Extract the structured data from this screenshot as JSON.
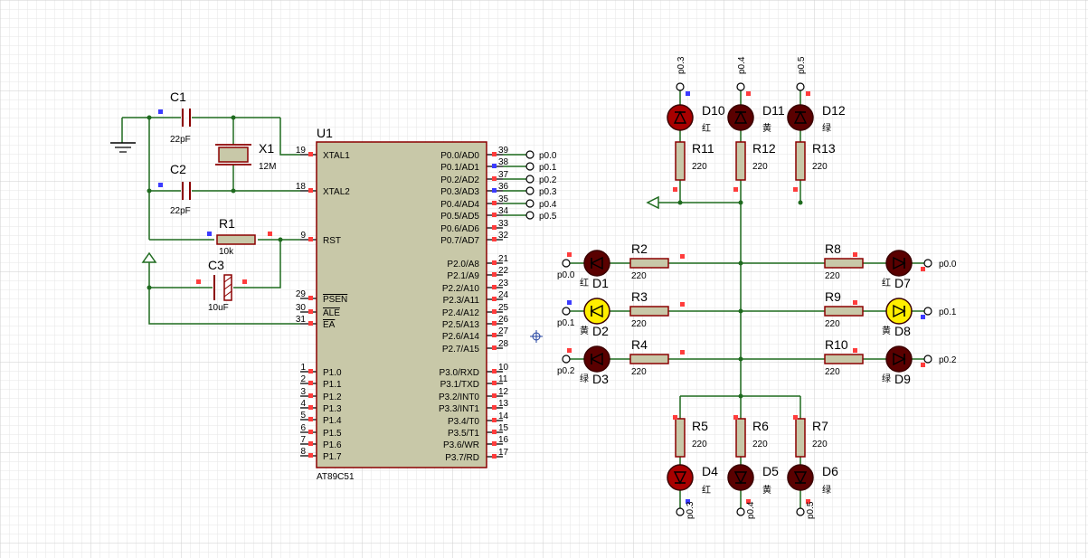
{
  "colors": {
    "wire": "#1f6b1f",
    "component": "#8b0000",
    "chip_fill": "#c8c8a8",
    "grid": "#dcdcdc",
    "led_red": "#a80000",
    "led_dark": "#5a0000",
    "led_yellow": "#ffee00",
    "pin_marker_red": "#ff3c3c",
    "pin_marker_blue": "#3c3cff"
  },
  "mcu": {
    "ref": "U1",
    "part": "AT89C51",
    "left_pins": [
      {
        "num": "19",
        "name": "XTAL1"
      },
      {
        "num": "18",
        "name": "XTAL2"
      },
      {
        "num": "9",
        "name": "RST"
      },
      {
        "num": "29",
        "name": "PSEN"
      },
      {
        "num": "30",
        "name": "ALE"
      },
      {
        "num": "31",
        "name": "EA"
      },
      {
        "num": "1",
        "name": "P1.0"
      },
      {
        "num": "2",
        "name": "P1.1"
      },
      {
        "num": "3",
        "name": "P1.2"
      },
      {
        "num": "4",
        "name": "P1.3"
      },
      {
        "num": "5",
        "name": "P1.4"
      },
      {
        "num": "6",
        "name": "P1.5"
      },
      {
        "num": "7",
        "name": "P1.6"
      },
      {
        "num": "8",
        "name": "P1.7"
      }
    ],
    "right_pins": [
      {
        "num": "39",
        "name": "P0.0/AD0"
      },
      {
        "num": "38",
        "name": "P0.1/AD1"
      },
      {
        "num": "37",
        "name": "P0.2/AD2"
      },
      {
        "num": "36",
        "name": "P0.3/AD3"
      },
      {
        "num": "35",
        "name": "P0.4/AD4"
      },
      {
        "num": "34",
        "name": "P0.5/AD5"
      },
      {
        "num": "33",
        "name": "P0.6/AD6"
      },
      {
        "num": "32",
        "name": "P0.7/AD7"
      },
      {
        "num": "21",
        "name": "P2.0/A8"
      },
      {
        "num": "22",
        "name": "P2.1/A9"
      },
      {
        "num": "23",
        "name": "P2.2/A10"
      },
      {
        "num": "24",
        "name": "P2.3/A11"
      },
      {
        "num": "25",
        "name": "P2.4/A12"
      },
      {
        "num": "26",
        "name": "P2.5/A13"
      },
      {
        "num": "27",
        "name": "P2.6/A14"
      },
      {
        "num": "28",
        "name": "P2.7/A15"
      },
      {
        "num": "10",
        "name": "P3.0/RXD"
      },
      {
        "num": "11",
        "name": "P3.1/TXD"
      },
      {
        "num": "12",
        "name": "P3.2/INT0"
      },
      {
        "num": "13",
        "name": "P3.3/INT1"
      },
      {
        "num": "14",
        "name": "P3.4/T0"
      },
      {
        "num": "15",
        "name": "P3.5/T1"
      },
      {
        "num": "16",
        "name": "P3.6/WR"
      },
      {
        "num": "17",
        "name": "P3.7/RD"
      }
    ],
    "port_labels": [
      "p0.0",
      "p0.1",
      "p0.2",
      "p0.3",
      "p0.4",
      "p0.5"
    ]
  },
  "osc": {
    "c1": {
      "ref": "C1",
      "value": "22pF"
    },
    "c2": {
      "ref": "C2",
      "value": "22pF"
    },
    "x1": {
      "ref": "X1",
      "value": "12M"
    }
  },
  "reset": {
    "r1": {
      "ref": "R1",
      "value": "10k"
    },
    "c3": {
      "ref": "C3",
      "value": "10uF"
    }
  },
  "top_leds": [
    {
      "ref": "D10",
      "color": "红",
      "net": "p0.3",
      "res": "R11",
      "rval": "220"
    },
    {
      "ref": "D11",
      "color": "黄",
      "net": "p0.4",
      "res": "R12",
      "rval": "220"
    },
    {
      "ref": "D12",
      "color": "绿",
      "net": "p0.5",
      "res": "R13",
      "rval": "220"
    }
  ],
  "left_leds": [
    {
      "ref": "D1",
      "color": "红",
      "net": "p0.0",
      "res": "R2",
      "rval": "220"
    },
    {
      "ref": "D2",
      "color": "黄",
      "net": "p0.1",
      "res": "R3",
      "rval": "220"
    },
    {
      "ref": "D3",
      "color": "绿",
      "net": "p0.2",
      "res": "R4",
      "rval": "220"
    }
  ],
  "right_leds": [
    {
      "ref": "D7",
      "color": "红",
      "net": "p0.0",
      "res": "R8",
      "rval": "220"
    },
    {
      "ref": "D8",
      "color": "黄",
      "net": "p0.1",
      "res": "R9",
      "rval": "220"
    },
    {
      "ref": "D9",
      "color": "绿",
      "net": "p0.2",
      "res": "R10",
      "rval": "220"
    }
  ],
  "bottom_leds": [
    {
      "ref": "D4",
      "color": "红",
      "net": "p0.3",
      "res": "R5",
      "rval": "220"
    },
    {
      "ref": "D5",
      "color": "黄",
      "net": "p0.4",
      "res": "R6",
      "rval": "220"
    },
    {
      "ref": "D6",
      "color": "绿",
      "net": "p0.5",
      "res": "R7",
      "rval": "220"
    }
  ]
}
